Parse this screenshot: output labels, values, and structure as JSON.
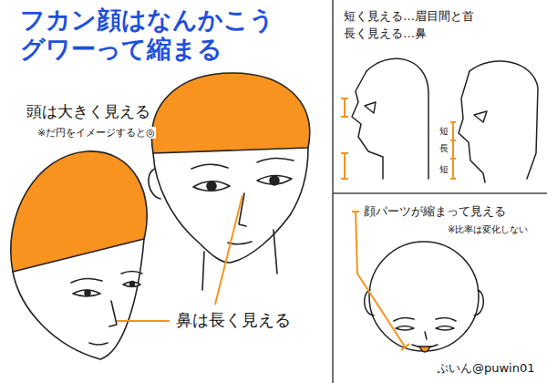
{
  "diagram": {
    "title": "フカン顔はなんかこう グワーって縮まる",
    "labels": [
      "頭は大きく見える",
      "※だ円をイメージすると◎",
      "鼻は長く見える",
      "短く見える…眉目間と首",
      "長く見える…鼻",
      "短",
      "長",
      "短",
      "顔パーツが縮まって見える",
      "※比率は変化しない",
      "ぷいん@puwin01"
    ]
  }
}
